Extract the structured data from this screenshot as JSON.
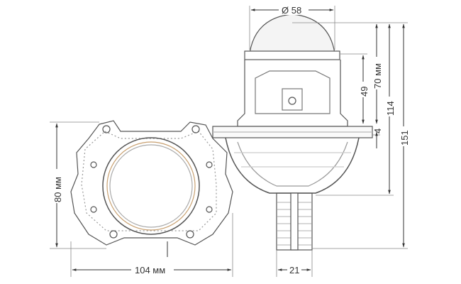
{
  "dimensions": {
    "front_height": "80 мм",
    "front_width": "104 мм",
    "lens_diameter": "Ø 58",
    "lens_to_flange": "70 мм",
    "body_to_flange": "49",
    "flange_thickness": "4",
    "to_reflector_bottom": "114",
    "total_length": "151",
    "base_width": "21"
  },
  "colors": {
    "line": "#444444",
    "detail": "#888888",
    "accent": "#c8a070"
  }
}
